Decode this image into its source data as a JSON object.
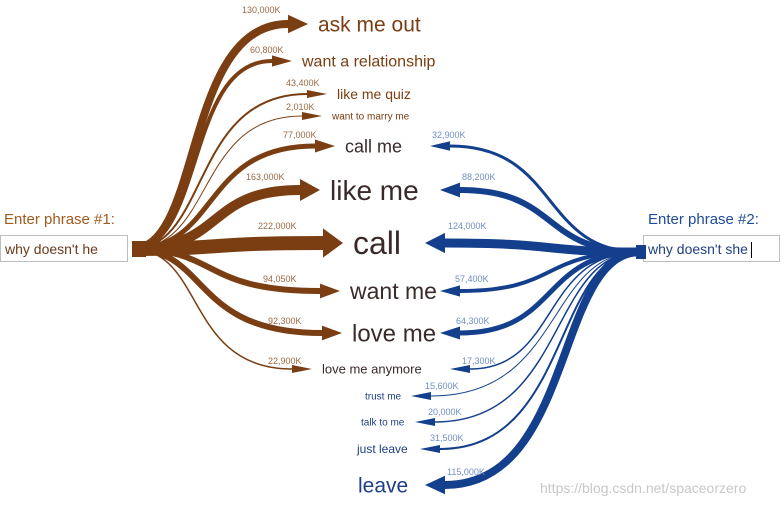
{
  "left": {
    "label": "Enter phrase #1:",
    "value": "why doesn't he",
    "color": "#7a3e12",
    "label_color": "#a15a1f"
  },
  "right": {
    "label": "Enter phrase #2:",
    "value": "why doesn't she",
    "color": "#133f8c",
    "label_color": "#1e4b9a"
  },
  "watermark": "https://blog.csdn.net/spaceorzero",
  "left_flows": [
    {
      "phrase": "ask me out",
      "count": "130,000K"
    },
    {
      "phrase": "want a relationship",
      "count": "60,800K"
    },
    {
      "phrase": "like me quiz",
      "count": "43,400K"
    },
    {
      "phrase": "want to marry me",
      "count": "2,010K"
    },
    {
      "phrase": "call me",
      "count": "77,000K"
    },
    {
      "phrase": "like me",
      "count": "163,000K"
    },
    {
      "phrase": "call",
      "count": "222,000K"
    },
    {
      "phrase": "want me",
      "count": "94,050K"
    },
    {
      "phrase": "love me",
      "count": "92,300K"
    },
    {
      "phrase": "love me anymore",
      "count": "22,900K"
    }
  ],
  "right_flows": [
    {
      "phrase": "call me",
      "count": "32,900K"
    },
    {
      "phrase": "like me",
      "count": "88,200K"
    },
    {
      "phrase": "call",
      "count": "124,000K"
    },
    {
      "phrase": "want me",
      "count": "57,400K"
    },
    {
      "phrase": "love me",
      "count": "64,300K"
    },
    {
      "phrase": "love me anymore",
      "count": "17,300K"
    },
    {
      "phrase": "trust me",
      "count": "15,600K"
    },
    {
      "phrase": "talk to me",
      "count": "20,000K"
    },
    {
      "phrase": "just leave",
      "count": "31,500K"
    },
    {
      "phrase": "leave",
      "count": "115,000K"
    }
  ]
}
